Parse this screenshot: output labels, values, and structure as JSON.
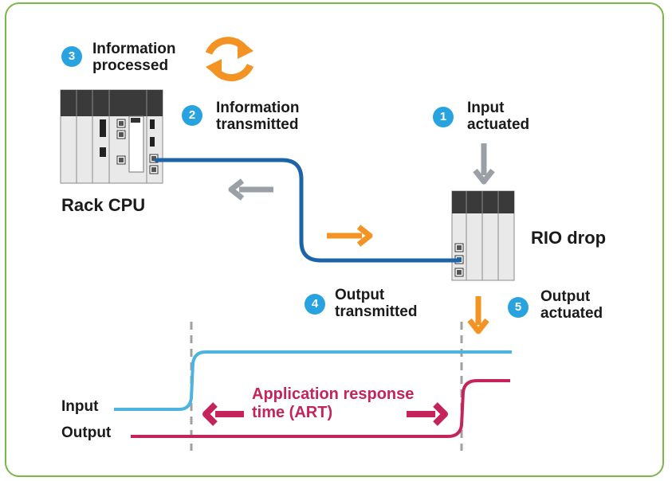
{
  "steps": [
    {
      "number": "1",
      "label_line1": "Input",
      "label_line2": "actuated"
    },
    {
      "number": "2",
      "label_line1": "Information",
      "label_line2": "transmitted"
    },
    {
      "number": "3",
      "label_line1": "Information",
      "label_line2": "processed"
    },
    {
      "number": "4",
      "label_line1": "Output",
      "label_line2": "transmitted"
    },
    {
      "number": "5",
      "label_line1": "Output",
      "label_line2": "actuated"
    }
  ],
  "devices": {
    "rack_cpu": "Rack CPU",
    "rio_drop": "RIO drop"
  },
  "timing": {
    "input_label": "Input",
    "output_label": "Output",
    "art_line1": "Application response",
    "art_line2": "time (ART)"
  },
  "colors": {
    "frame": "#7ab648",
    "badge": "#29a3e0",
    "cable": "#1c63a8",
    "arrow_orange": "#f39323",
    "arrow_gray": "#9aa0a6",
    "input_signal": "#4fb3e0",
    "output_signal": "#c5245a",
    "dashed": "#a0a0a0"
  }
}
